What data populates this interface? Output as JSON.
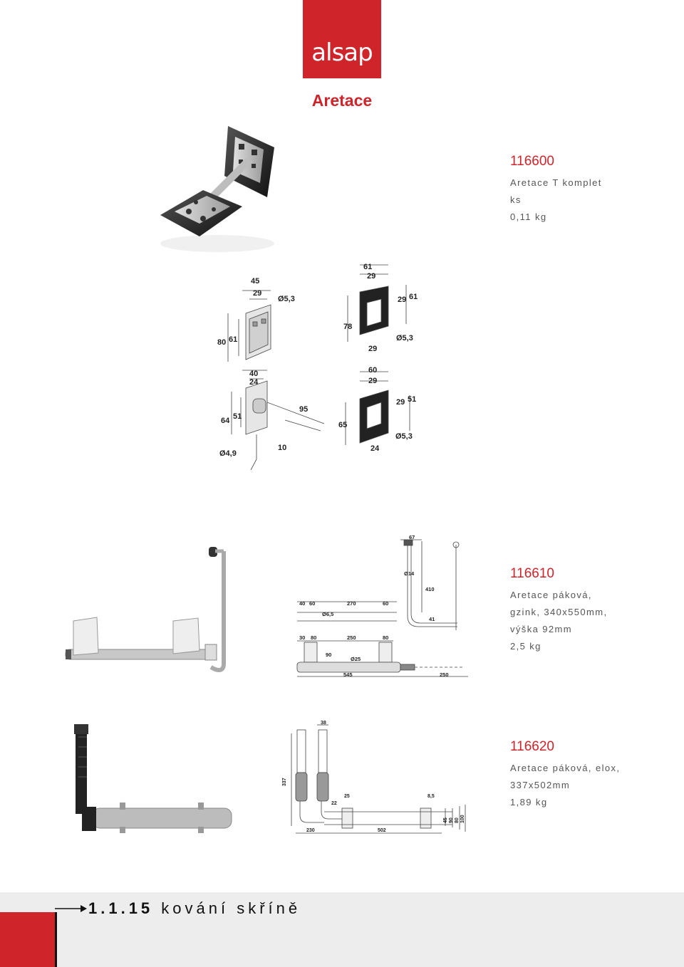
{
  "brand": {
    "logo_text": "alsap"
  },
  "page_title": "Aretace",
  "products": [
    {
      "code": "116600",
      "lines": [
        "Aretace T komplet",
        "ks",
        "0,11 kg"
      ]
    },
    {
      "code": "116610",
      "lines": [
        "Aretace páková,",
        "gzink, 340x550mm,",
        "výška 92mm",
        "2,5 kg"
      ]
    },
    {
      "code": "116620",
      "lines": [
        "Aretace páková, elox,",
        "337x502mm",
        "1,89 kg"
      ]
    }
  ],
  "drawing1": {
    "d45": "45",
    "d29a": "29",
    "d53a": "Ø5,3",
    "d80": "80",
    "d61a": "61",
    "d61b": "61",
    "d29b": "29",
    "d29c": "29",
    "d61c": "61",
    "d78": "78",
    "d29d": "29",
    "d53b": "Ø5,3",
    "d40": "40",
    "d24a": "24",
    "d64": "64",
    "d51a": "51",
    "d95": "95",
    "d49": "Ø4,9",
    "d10": "10",
    "d60": "60",
    "d29e": "29",
    "d29f": "29",
    "d51b": "51",
    "d65": "65",
    "d24b": "24",
    "d53c": "Ø5,3"
  },
  "drawing2": {
    "d67": "67",
    "d14": "Ø14",
    "d410": "410",
    "d41": "41",
    "d40": "40",
    "d60a": "60",
    "d270": "270",
    "d60b": "60",
    "d65": "Ø6,5",
    "d30": "30",
    "d80a": "80",
    "d250a": "250",
    "d80b": "80",
    "d90": "90",
    "d25": "Ø25",
    "d545": "545",
    "d250b": "250"
  },
  "drawing3": {
    "d38": "38",
    "d337": "337",
    "d25": "25",
    "d22": "22",
    "d85": "8,5",
    "d230": "230",
    "d502": "502",
    "d45": "45",
    "d90": "90",
    "d80": "80",
    "d100": "100"
  },
  "footer": {
    "number": "1.1.15",
    "text": "kování skříně"
  }
}
